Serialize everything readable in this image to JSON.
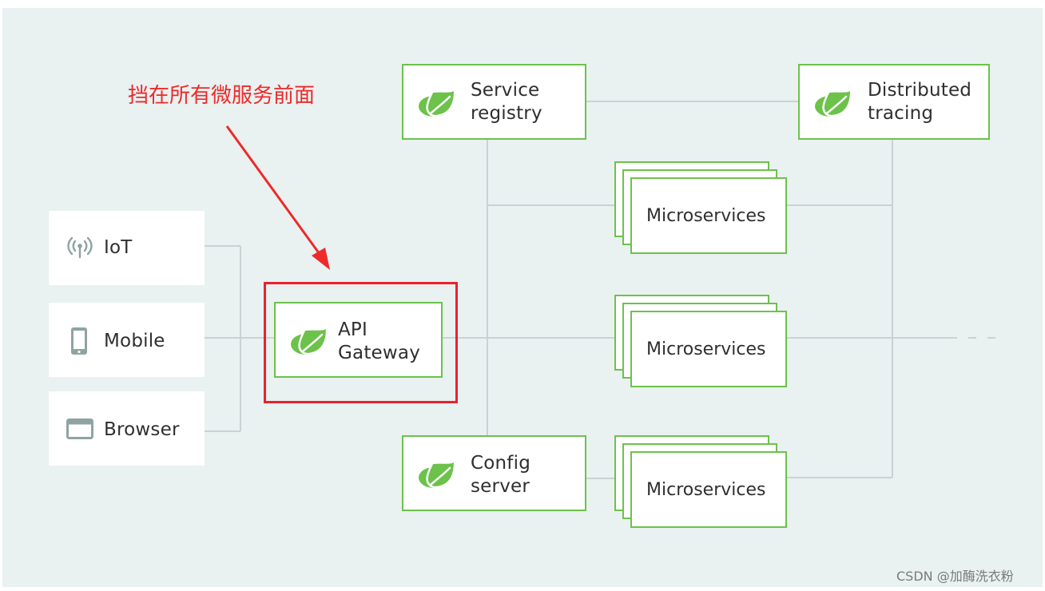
{
  "annotation": {
    "text": "挡在所有微服务前面",
    "color": "#ee2a2a"
  },
  "clients": [
    {
      "label": "IoT",
      "icon": "wifi-signal-icon"
    },
    {
      "label": "Mobile",
      "icon": "mobile-phone-icon"
    },
    {
      "label": "Browser",
      "icon": "browser-window-icon"
    }
  ],
  "gateway": {
    "line1": "API",
    "line2": "Gateway",
    "icon": "spring-leaf-icon"
  },
  "service_registry": {
    "line1": "Service",
    "line2": "registry",
    "icon": "spring-leaf-icon"
  },
  "distributed_tracing": {
    "line1": "Distributed",
    "line2": "tracing",
    "icon": "spring-leaf-icon"
  },
  "config_server": {
    "line1": "Config",
    "line2": "server",
    "icon": "spring-leaf-icon"
  },
  "microservices": [
    {
      "label": "Microservices"
    },
    {
      "label": "Microservices"
    },
    {
      "label": "Microservices"
    }
  ],
  "watermark": "CSDN @加酶洗衣粉",
  "colors": {
    "background": "#e9f1f1",
    "accent_green": "#6cc24a",
    "highlight_red": "#e8222b",
    "connector_gray": "#c9d3d3",
    "icon_gray": "#8fa3a3"
  }
}
